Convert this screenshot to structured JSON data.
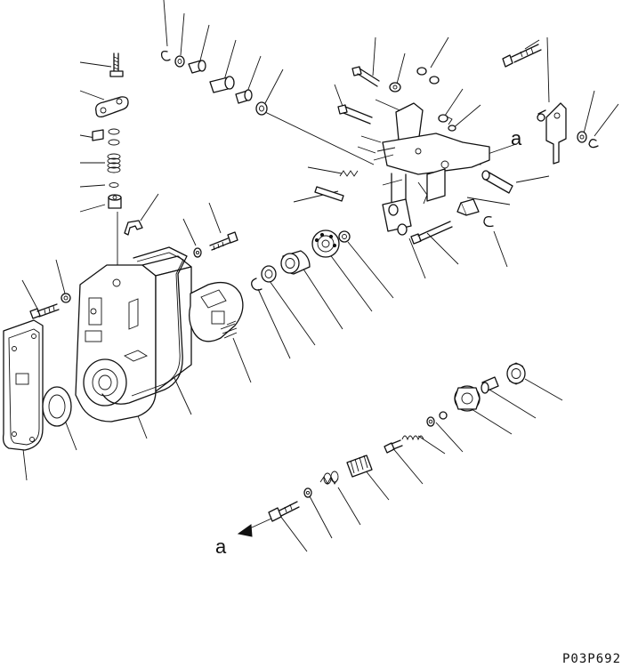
{
  "diagram": {
    "callout_a": "a",
    "callout_b": "a",
    "drawing_code": "P03P692"
  }
}
